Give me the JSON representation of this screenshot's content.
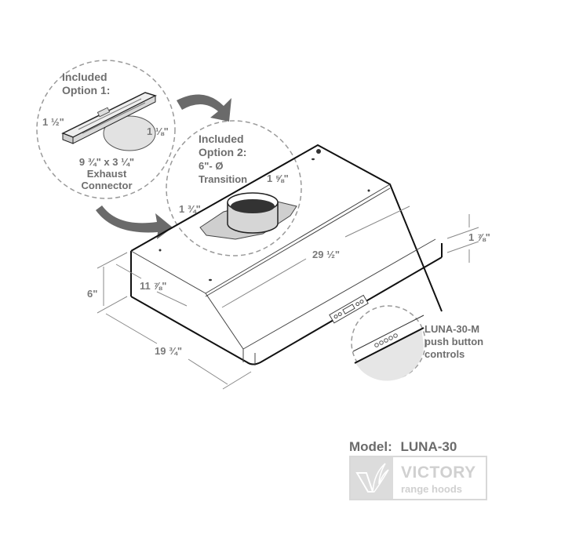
{
  "product": {
    "model_label": "Model:",
    "model_name": "LUNA-30",
    "brand": {
      "name": "VICTORY",
      "subtitle": "range hoods",
      "color": "#d0d0d0"
    }
  },
  "option1": {
    "title_line1": "Included",
    "title_line2": "Option 1:",
    "size": "9 ¾\" x 3 ¼\"",
    "desc_line1": "Exhaust",
    "desc_line2": "Connector",
    "dim_width": "1 ½\"",
    "dim_height": "1 ⅛\""
  },
  "option2": {
    "title_line1": "Included",
    "title_line2": "Option 2:",
    "desc_line1": "6\"- Ø",
    "desc_line2": "Transition",
    "dim_height": "1 ⅝\"",
    "dim_offset": "1 ¾\""
  },
  "controls_callout": {
    "line1": "LUNA-30-M",
    "line2": "push button",
    "line3": "controls"
  },
  "dimensions": {
    "width": "29 ½\"",
    "depth_top": "11 ⅞\"",
    "depth_total": "19 ¾\"",
    "height": "6\"",
    "front_lip": "1 ⅞\""
  },
  "colors": {
    "label_text": "#6e6e6e",
    "outline": "#111111",
    "dim_line": "#888888",
    "callout_fill": "#e6e6e6"
  }
}
